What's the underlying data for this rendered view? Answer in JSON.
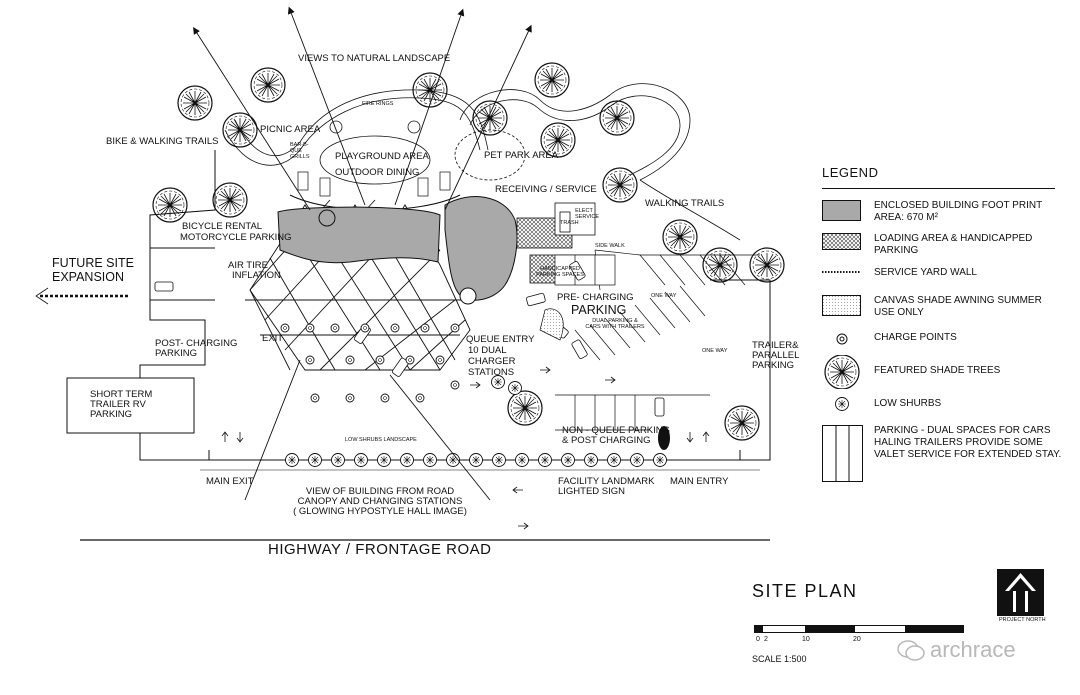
{
  "labels": {
    "views": "VIEWS TO NATURAL LANDSCAPE",
    "picnic": "PICNIC AREA",
    "fire_rings": "FIRE RINGS",
    "bbq": "BAR-B-QUE GRILLS",
    "bike_trails": "BIKE & WALKING TRAILS",
    "playground": "PLAYGROUND AREA",
    "outdoor_dining": "OUTDOOR DINING",
    "pet_park": "PET PARK AREA",
    "receiving": "RECEIVING / SERVICE",
    "walking_trails": "WALKING TRAILS",
    "elect_service": "ELECT SERVICE",
    "trash": "TRASH",
    "sidewalk": "SIDE WALK",
    "bicycle_rental": "BICYCLE RENTAL",
    "motorcycle_parking": "MOTORCYCLE PARKING",
    "future_site_1": "FUTURE SITE",
    "future_site_2": "EXPANSION",
    "air_tire_1": "AIR TIRE",
    "air_tire_2": "INFLATION",
    "handicapped": "HANDICAPPED PARKING SPACES",
    "pre_charging_small": "PRE- CHARGING",
    "parking_big": "PARKING",
    "one_way_1": "ONE WAY",
    "one_way_2": "ONE WAY",
    "dual_parking": "DUAL PARKING & CARS WITH TRAILERS",
    "exit": "EXIT",
    "post_charging_1": "POST- CHARGING",
    "post_charging_2": "PARKING",
    "queue_entry_1": "QUEUE ENTRY",
    "queue_entry_2": "10  DUAL",
    "queue_entry_3": "CHARGER",
    "queue_entry_4": "STATIONS",
    "trailer_parallel_1": "TRAILER&",
    "trailer_parallel_2": "PARALLEL",
    "trailer_parallel_3": "PARKING",
    "short_term_1": "SHORT TERM",
    "short_term_2": "TRAILER RV",
    "short_term_3": "PARKING",
    "low_shrubs_landscape": "LOW SHRUBS LANDSCAPE",
    "non_queue_1": "NON - QUEUE  PARKING",
    "non_queue_2": "& POST CHARGING",
    "main_exit": "MAIN EXIT",
    "view_building_1": "VIEW OF BUILDING FROM ROAD",
    "view_building_2": "CANOPY AND CHANGING STATIONS",
    "view_building_3": "( GLOWING HYPOSTYLE HALL IMAGE)",
    "landmark_1": "FACILITY LANDMARK",
    "landmark_2": "LIGHTED SIGN",
    "main_entry": "MAIN ENTRY",
    "highway": "HIGHWAY / FRONTAGE ROAD",
    "site_plan": "SITE  PLAN",
    "scale": "SCALE 1:500",
    "scale_0": "0",
    "scale_2": "2",
    "scale_10": "10",
    "scale_20": "20",
    "project_north": "PROJECT NORTH",
    "watermark": "archrace"
  },
  "legend": {
    "title": "LEGEND",
    "items": [
      {
        "text": "ENCLOSED BUILDING FOOT PRINT AREA: 670 M²"
      },
      {
        "text": "LOADING AREA  &  HANDICAPPED PARKING"
      },
      {
        "text": "SERVICE YARD WALL"
      },
      {
        "text": "CANVAS SHADE AWNING SUMMER USE ONLY"
      },
      {
        "text": "CHARGE POINTS"
      },
      {
        "text": "FEATURED SHADE TREES"
      },
      {
        "text": "LOW SHURBS"
      },
      {
        "text": "PARKING - DUAL SPACES FOR CARS HALING TRAILERS PROVIDE SOME VALET SERVICE FOR EXTENDED STAY."
      }
    ]
  },
  "colors": {
    "building_fill": "#a9a9a9",
    "line": "#111111",
    "hatch": "#555555",
    "watermark": "#b8b8b8"
  }
}
